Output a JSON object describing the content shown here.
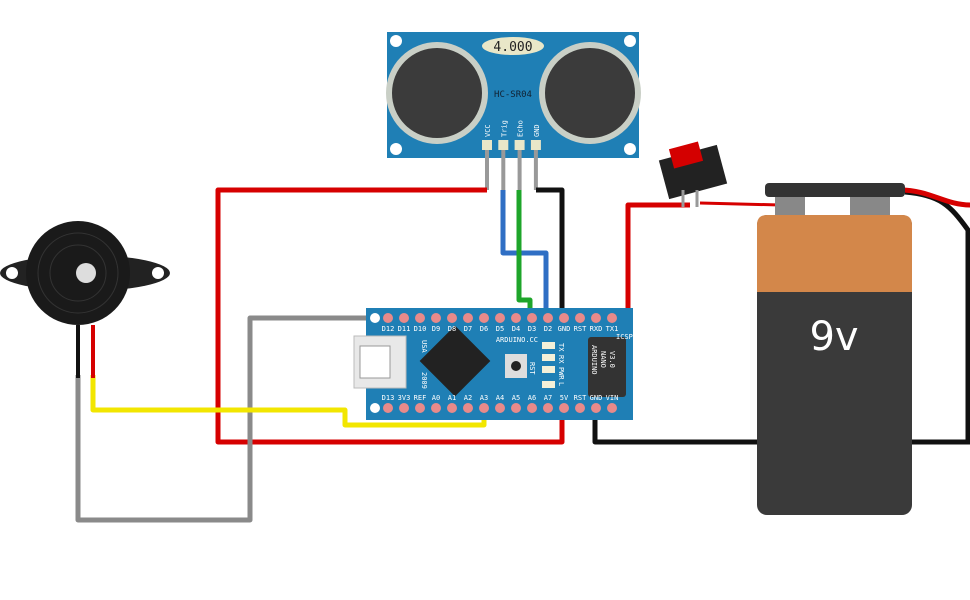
{
  "sensor": {
    "model": "HC-SR04",
    "display": "4.000",
    "pins": [
      "VCC",
      "Trig",
      "Echo",
      "GND"
    ]
  },
  "arduino": {
    "brand": "ARDUINO.CC",
    "model_lines": [
      "ARDUINO",
      "NANO",
      "V3.0"
    ],
    "usa": "USA",
    "year": "2009",
    "rst": "RST",
    "icsp": "ICSP",
    "leds": [
      "TX",
      "RX",
      "PWR",
      "L"
    ],
    "top_pins": [
      "D12",
      "D11",
      "D10",
      "D9",
      "D8",
      "D7",
      "D6",
      "D5",
      "D4",
      "D3",
      "D2",
      "GND",
      "RST",
      "RXD",
      "TX1"
    ],
    "bottom_pins": [
      "D13",
      "3V3",
      "REF",
      "A0",
      "A1",
      "A2",
      "A3",
      "A4",
      "A5",
      "A6",
      "A7",
      "5V",
      "RST",
      "GND",
      "VIN"
    ]
  },
  "battery": {
    "label": "9v"
  },
  "colors": {
    "board": "#1f7fb5",
    "wire_red": "#d60000",
    "wire_black": "#111111",
    "wire_blue": "#2f6fc4",
    "wire_green": "#1ea52a",
    "wire_gray": "#8a8a8a",
    "wire_yellow": "#f2e600",
    "battery_orange": "#d3874a",
    "battery_dark": "#3a3a3a"
  }
}
